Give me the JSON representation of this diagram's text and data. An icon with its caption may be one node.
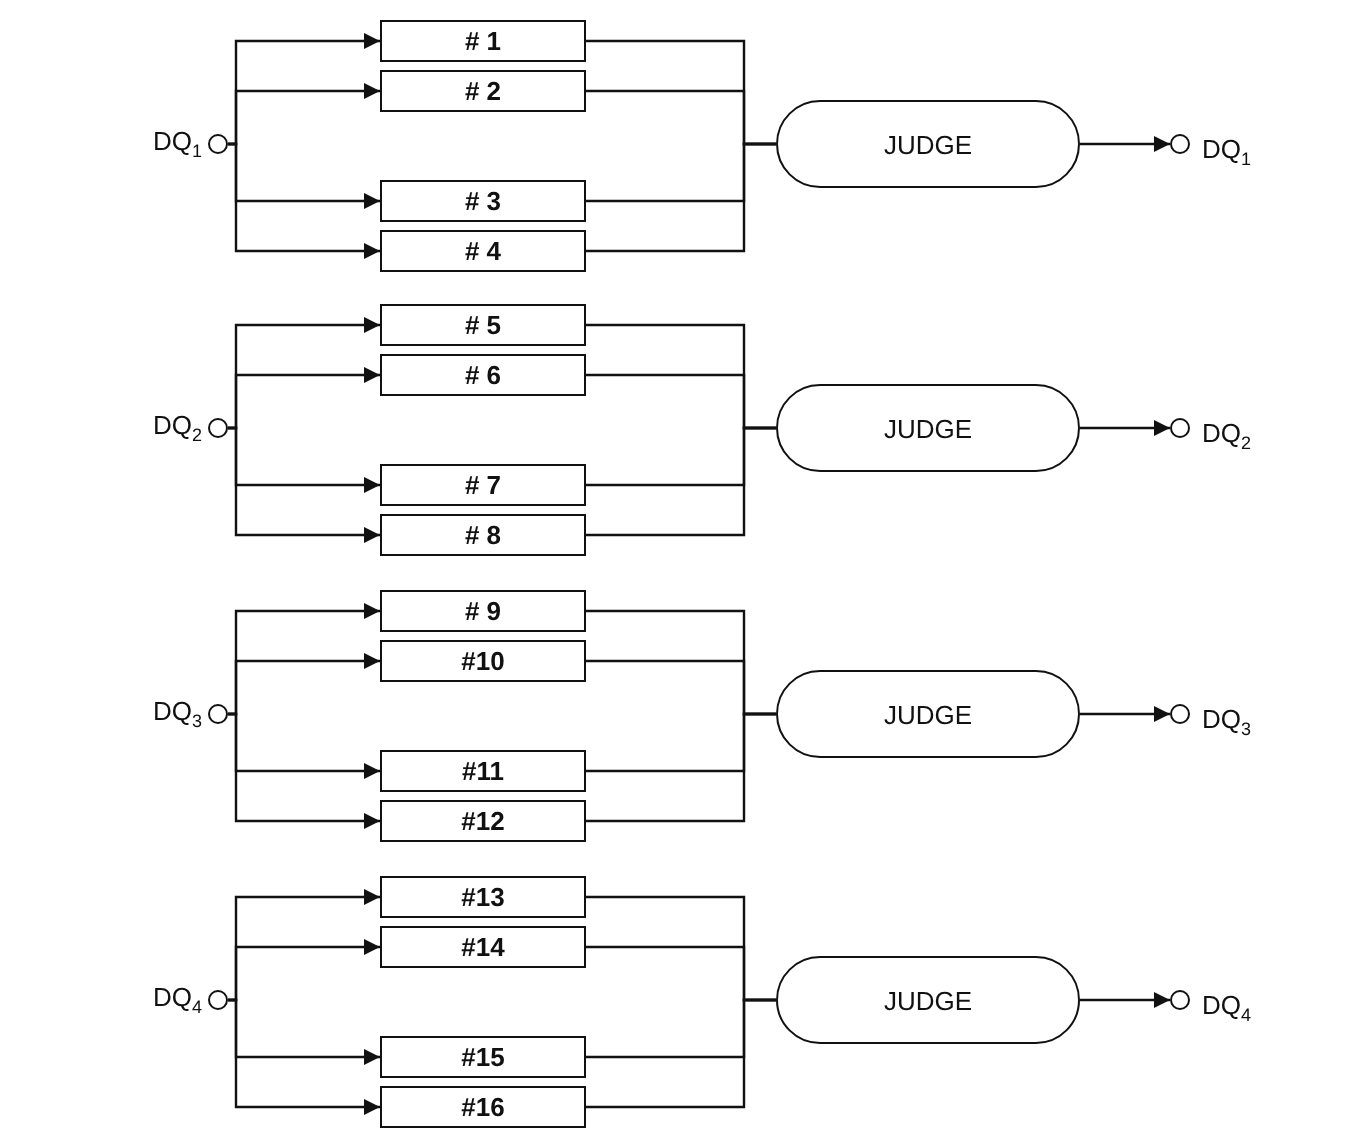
{
  "diagram": {
    "nodes": [
      {
        "text": [],
        "shape": "circle",
        "beside": [
          "DQ$_{1}$"
        ]
      },
      {
        "text": [
          "# 1"
        ]
      },
      {
        "text": [
          "# 2"
        ]
      },
      {
        "text": [
          "# 3"
        ]
      },
      {
        "text": [
          "# 4"
        ]
      },
      {
        "text": [
          "JUDGE"
        ]
      },
      {
        "text": [],
        "shape": "circle",
        "beside": [
          "DQ$_{1}$"
        ]
      },
      {
        "text": [],
        "shape": "circle",
        "beside": [
          "DQ$_{2}$"
        ]
      },
      {
        "text": [
          "# 5"
        ]
      },
      {
        "text": [
          "# 6"
        ]
      },
      {
        "text": [
          "# 7"
        ]
      },
      {
        "text": [
          "# 8"
        ]
      },
      {
        "text": [
          "JUDGE"
        ]
      },
      {
        "text": [],
        "shape": "circle",
        "beside": [
          "DQ$_{2}$"
        ]
      },
      {
        "text": [],
        "shape": "circle",
        "beside": [
          "DQ$_{3}$"
        ]
      },
      {
        "text": [
          "# 9"
        ]
      },
      {
        "text": [
          "#10"
        ]
      },
      {
        "text": [
          "#11"
        ]
      },
      {
        "text": [
          "#12"
        ]
      },
      {
        "text": [
          "JUDGE"
        ]
      },
      {
        "text": [],
        "shape": "circle",
        "beside": [
          "DQ$_{3}$"
        ]
      },
      {
        "text": [],
        "shape": "circle",
        "beside": [
          "DQ$_{4}$"
        ]
      },
      {
        "text": [
          "#13"
        ]
      },
      {
        "text": [
          "#14"
        ]
      },
      {
        "text": [
          "#15"
        ]
      },
      {
        "text": [
          "#16"
        ]
      },
      {
        "text": [
          "JUDGE"
        ]
      },
      {
        "text": [],
        "shape": "circle",
        "beside": [
          "DQ$_{4}$"
        ]
      }
    ],
    "edges": [
      {
        "from": 0,
        "to": 1,
        "arrow": "to"
      },
      {
        "from": 0,
        "to": 2,
        "arrow": "to"
      },
      {
        "from": 0,
        "to": 3,
        "arrow": "to"
      },
      {
        "from": 0,
        "to": 4,
        "arrow": "to"
      },
      {
        "from": 1,
        "to": 5,
        "arrow": "none"
      },
      {
        "from": 2,
        "to": 5,
        "arrow": "none"
      },
      {
        "from": 3,
        "to": 5,
        "arrow": "none"
      },
      {
        "from": 4,
        "to": 5,
        "arrow": "none"
      },
      {
        "from": 5,
        "to": 6,
        "arrow": "to"
      },
      {
        "from": 7,
        "to": 8,
        "arrow": "to"
      },
      {
        "from": 7,
        "to": 9,
        "arrow": "to"
      },
      {
        "from": 7,
        "to": 10,
        "arrow": "to"
      },
      {
        "from": 7,
        "to": 11,
        "arrow": "to"
      },
      {
        "from": 8,
        "to": 12,
        "arrow": "none"
      },
      {
        "from": 9,
        "to": 12,
        "arrow": "none"
      },
      {
        "from": 10,
        "to": 12,
        "arrow": "none"
      },
      {
        "from": 11,
        "to": 12,
        "arrow": "none"
      },
      {
        "from": 12,
        "to": 13,
        "arrow": "to"
      },
      {
        "from": 14,
        "to": 15,
        "arrow": "to"
      },
      {
        "from": 14,
        "to": 16,
        "arrow": "to"
      },
      {
        "from": 14,
        "to": 17,
        "arrow": "to"
      },
      {
        "from": 14,
        "to": 18,
        "arrow": "to"
      },
      {
        "from": 15,
        "to": 19,
        "arrow": "none"
      },
      {
        "from": 16,
        "to": 19,
        "arrow": "none"
      },
      {
        "from": 17,
        "to": 19,
        "arrow": "none"
      },
      {
        "from": 18,
        "to": 19,
        "arrow": "none"
      },
      {
        "from": 19,
        "to": 20,
        "arrow": "to"
      },
      {
        "from": 21,
        "to": 22,
        "arrow": "to"
      },
      {
        "from": 21,
        "to": 23,
        "arrow": "to"
      },
      {
        "from": 21,
        "to": 24,
        "arrow": "to"
      },
      {
        "from": 21,
        "to": 25,
        "arrow": "to"
      },
      {
        "from": 22,
        "to": 26,
        "arrow": "none"
      },
      {
        "from": 23,
        "to": 26,
        "arrow": "none"
      },
      {
        "from": 24,
        "to": 26,
        "arrow": "none"
      },
      {
        "from": 25,
        "to": 26,
        "arrow": "none"
      },
      {
        "from": 26,
        "to": 27,
        "arrow": "to"
      }
    ]
  }
}
